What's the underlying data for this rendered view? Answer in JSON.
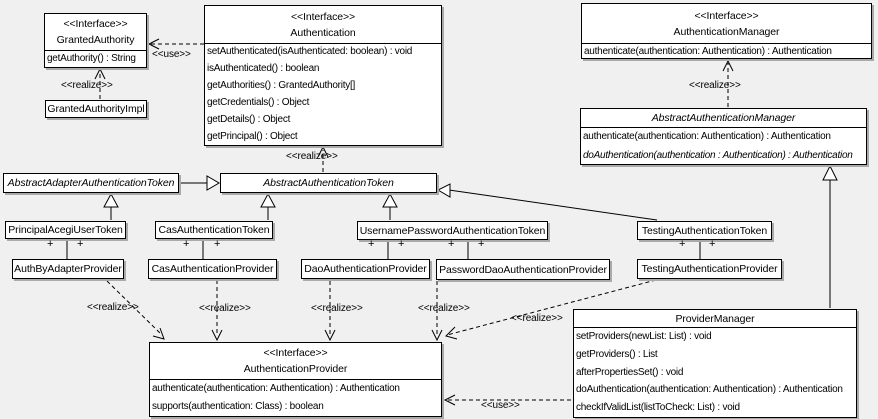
{
  "diagram": {
    "labels": {
      "use": "<<use>>",
      "realize": "<<realize>>",
      "plus": "+"
    },
    "classes": {
      "granted_authority": {
        "stereotype": "<<Interface>>",
        "name": "GrantedAuthority",
        "methods": [
          "getAuthority() : String"
        ]
      },
      "granted_authority_impl": {
        "name": "GrantedAuthorityImpl"
      },
      "authentication": {
        "stereotype": "<<Interface>>",
        "name": "Authentication",
        "methods": [
          "setAuthenticated(isAuthenticated: boolean) : void",
          "isAuthenticated() : boolean",
          "getAuthorities() : GrantedAuthority[]",
          "getCredentials() : Object",
          "getDetails() : Object",
          "getPrincipal() : Object"
        ]
      },
      "authentication_manager": {
        "stereotype": "<<Interface>>",
        "name": "AuthenticationManager",
        "methods": [
          "authenticate(authentication: Authentication) : Authentication"
        ]
      },
      "abstract_authentication_manager": {
        "name": "AbstractAuthenticationManager",
        "methods": [
          "authenticate(authentication: Authentication) : Authentication",
          "doAuthentication(authentication : Authentication) : Authentication"
        ]
      },
      "abstract_adapter_authentication_token": {
        "name": "AbstractAdapterAuthenticationToken"
      },
      "abstract_authentication_token": {
        "name": "AbstractAuthenticationToken"
      },
      "principal_acegi_user_token": {
        "name": "PrincipalAcegiUserToken"
      },
      "cas_authentication_token": {
        "name": "CasAuthenticationToken"
      },
      "username_password_authentication_token": {
        "name": "UsernamePasswordAuthenticationToken"
      },
      "testing_authentication_token": {
        "name": "TestingAuthenticationToken"
      },
      "auth_by_adapter_provider": {
        "name": "AuthByAdapterProvider"
      },
      "cas_authentication_provider": {
        "name": "CasAuthenticationProvider"
      },
      "dao_authentication_provider": {
        "name": "DaoAuthenticationProvider"
      },
      "password_dao_authentication_provider": {
        "name": "PasswordDaoAuthenticationProvider"
      },
      "testing_authentication_provider": {
        "name": "TestingAuthenticationProvider"
      },
      "provider_manager": {
        "name": "ProviderManager",
        "methods": [
          "setProviders(newList: List) : void",
          "getProviders() : List",
          "afterPropertiesSet() : void",
          "doAuthentication(authentication: Authentication) : Authentication",
          "checkIfValidList(listToCheck: List) : void"
        ]
      },
      "authentication_provider": {
        "stereotype": "<<Interface>>",
        "name": "AuthenticationProvider",
        "methods": [
          "authenticate(authentication: Authentication) : Authentication",
          "supports(authentication: Class) : boolean"
        ]
      }
    }
  }
}
